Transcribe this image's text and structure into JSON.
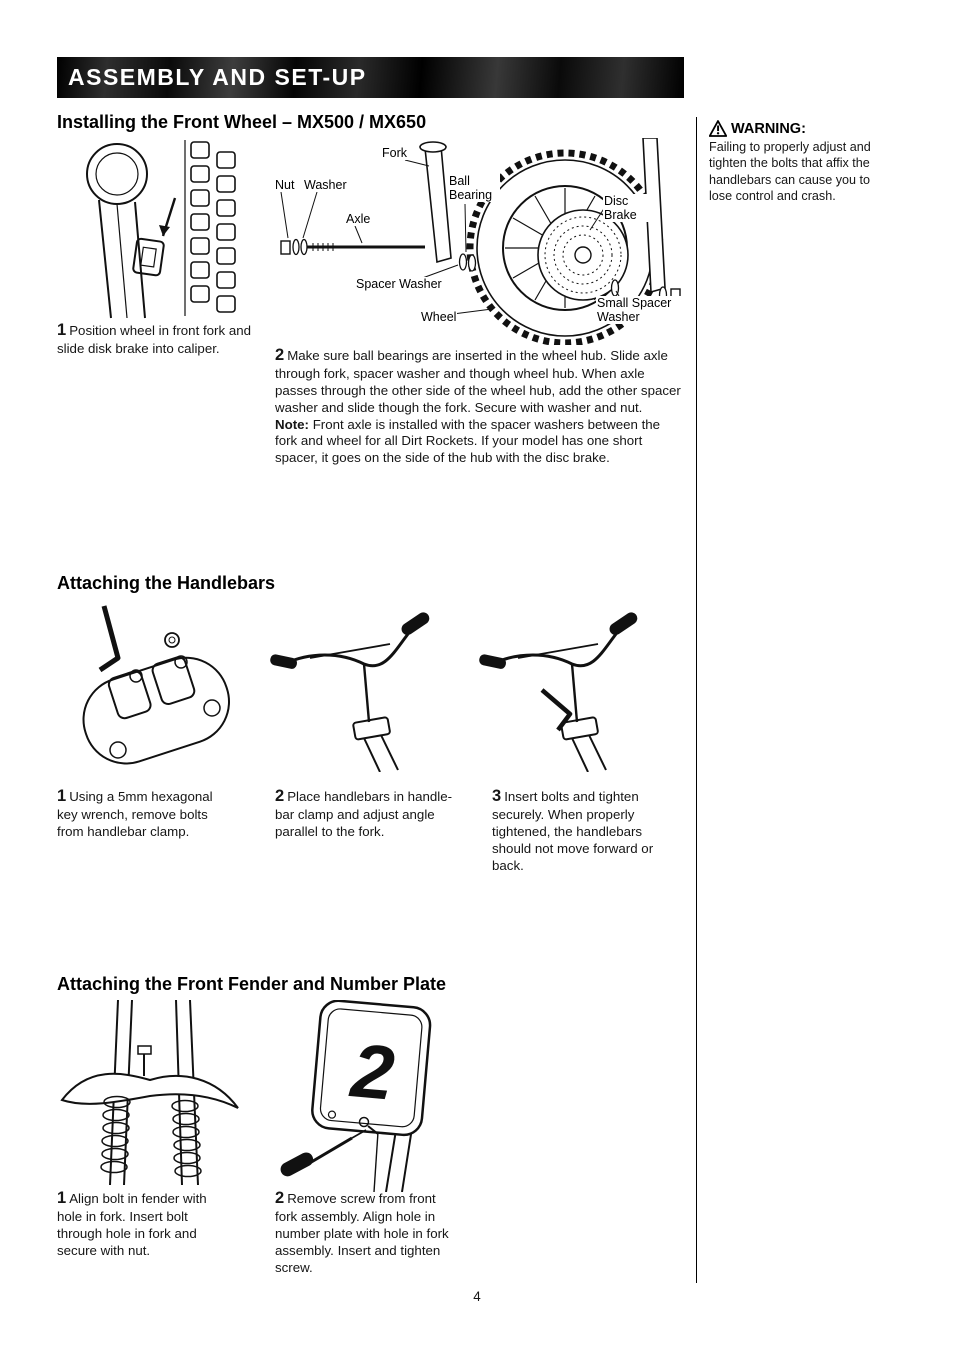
{
  "header": {
    "title": "ASSEMBLY AND SET-UP"
  },
  "warning": {
    "title": "WARNING:",
    "body": "Failing to properly adjust and tighten the bolts that affix the handlebars can cause you to lose control and crash."
  },
  "section_front_wheel": {
    "title": "Installing the Front Wheel – MX500 / MX650",
    "labels": {
      "fork": "Fork",
      "nut": "Nut",
      "washer": "Washer",
      "ball_bearing": "Ball Bearing",
      "axle": "Axle",
      "disc_brake": "Disc Brake",
      "spacer_washer": "Spacer Washer",
      "wheel": "Wheel",
      "small_spacer_washer": "Small Spacer Washer"
    },
    "step1": {
      "num": "1",
      "text": "Position wheel in front fork and slide disk brake into caliper."
    },
    "step2": {
      "num": "2",
      "text": "Make sure ball bearings are inserted in the wheel hub. Slide axle through fork, spacer washer and though wheel hub. When axle passes through the other side of the wheel hub, add the other spacer washer and slide though the fork. Secure with washer and nut.",
      "note_label": "Note:",
      "note_text": "Front axle is installed with the spacer washers between the fork and wheel for all Dirt Rockets. If your model has one short spacer, it goes on the side of the hub with the disc brake."
    }
  },
  "section_handlebars": {
    "title": "Attaching the Handlebars",
    "steps": [
      {
        "num": "1",
        "text": "Using a 5mm hexagonal key wrench, remove bolts from handlebar clamp."
      },
      {
        "num": "2",
        "text": "Place handlebars in handle-bar clamp and adjust angle parallel to the fork."
      },
      {
        "num": "3",
        "text": "Insert bolts and tighten securely. When properly tightened, the handlebars should not move forward or back."
      }
    ]
  },
  "section_fender": {
    "title": "Attaching the Front Fender and Number Plate",
    "plate_number": "2",
    "steps": [
      {
        "num": "1",
        "text": "Align bolt in fender with hole in fork. Insert bolt through hole in fork and secure with nut."
      },
      {
        "num": "2",
        "text": "Remove screw from front fork assembly. Align hole in number plate with hole in fork assembly. Insert and tighten screw."
      }
    ]
  },
  "footer": {
    "page_number": "4"
  }
}
